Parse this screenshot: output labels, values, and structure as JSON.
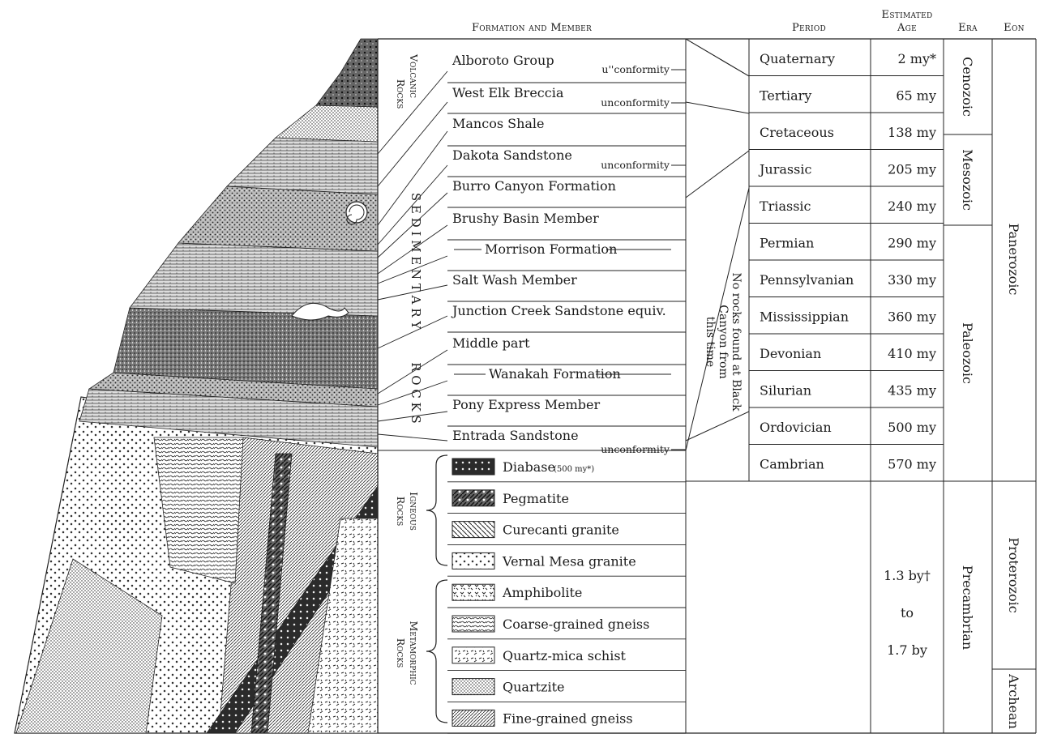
{
  "headers": {
    "formation": "Formation and Member",
    "period": "Period",
    "age_line1": "Estimated",
    "age_line2": "Age",
    "era": "Era",
    "eon": "Eon"
  },
  "group_labels": {
    "volcanic_1": "Volcanic",
    "volcanic_2": "Rocks",
    "sedimentary": "S E D I M E N T A R Y",
    "rocks": "R O C K S",
    "igneous_1": "Igneous",
    "igneous_2": "Rocks",
    "metamorphic_1": "Metamorphic",
    "metamorphic_2": "Rocks"
  },
  "formations": [
    {
      "label": "Alboroto Group"
    },
    {
      "label": "West Elk Breccia"
    },
    {
      "label": "Mancos Shale"
    },
    {
      "label": "Dakota Sandstone"
    },
    {
      "label": "Burro Canyon Formation"
    },
    {
      "label": "Brushy Basin Member"
    },
    {
      "label": "Morrison Formation"
    },
    {
      "label": "Salt Wash Member"
    },
    {
      "label": "Junction Creek Sandstone equiv."
    },
    {
      "label": "Middle part"
    },
    {
      "label": "Wanakah Formation"
    },
    {
      "label": "Pony Express Member"
    },
    {
      "label": "Entrada Sandstone"
    }
  ],
  "unconformities": {
    "alboroto": "u''conformity",
    "west_elk": "unconformity",
    "dakota": "unconformity",
    "entrada": "unconformity"
  },
  "crystalline": [
    {
      "label": "Diabase",
      "note": "(500 my*)",
      "pattern": "diabase"
    },
    {
      "label": "Pegmatite",
      "pattern": "pegmatite"
    },
    {
      "label": "Curecanti granite",
      "pattern": "curecanti"
    },
    {
      "label": "Vernal Mesa granite",
      "pattern": "vernal"
    },
    {
      "label": "Amphibolite",
      "pattern": "amphibolite"
    },
    {
      "label": "Coarse-grained gneiss",
      "pattern": "coarse"
    },
    {
      "label": "Quartz-mica schist",
      "pattern": "schist"
    },
    {
      "label": "Quartzite",
      "pattern": "quartzite"
    },
    {
      "label": "Fine-grained gneiss",
      "pattern": "fine"
    }
  ],
  "periods": [
    {
      "name": "Quaternary",
      "age": "2 my*"
    },
    {
      "name": "Tertiary",
      "age": "65 my"
    },
    {
      "name": "Cretaceous",
      "age": "138 my"
    },
    {
      "name": "Jurassic",
      "age": "205 my"
    },
    {
      "name": "Triassic",
      "age": "240 my"
    },
    {
      "name": "Permian",
      "age": "290 my"
    },
    {
      "name": "Pennsylvanian",
      "age": "330 my"
    },
    {
      "name": "Mississippian",
      "age": "360 my"
    },
    {
      "name": "Devonian",
      "age": "410 my"
    },
    {
      "name": "Silurian",
      "age": "435 my"
    },
    {
      "name": "Ordovician",
      "age": "500 my"
    },
    {
      "name": "Cambrian",
      "age": "570 my"
    }
  ],
  "gap_note": [
    "No rocks found at Black",
    "Canyon from",
    "this time"
  ],
  "precambrian_age": {
    "from": "1.3 by†",
    "to_word": "to",
    "to": "1.7 by"
  },
  "eras": {
    "cenozoic": "Cenozoic",
    "mesozoic": "Mesozoic",
    "paleozoic": "Paleozoic",
    "precambrian": "Precambrian"
  },
  "eons": {
    "phanerozoic": "Panerozoic",
    "proterozoic": "Proterozoic",
    "archean": "Archean"
  },
  "colors": {
    "ink": "#1b1b1b",
    "paper": "#ffffff",
    "rock_dark": "#555555"
  }
}
